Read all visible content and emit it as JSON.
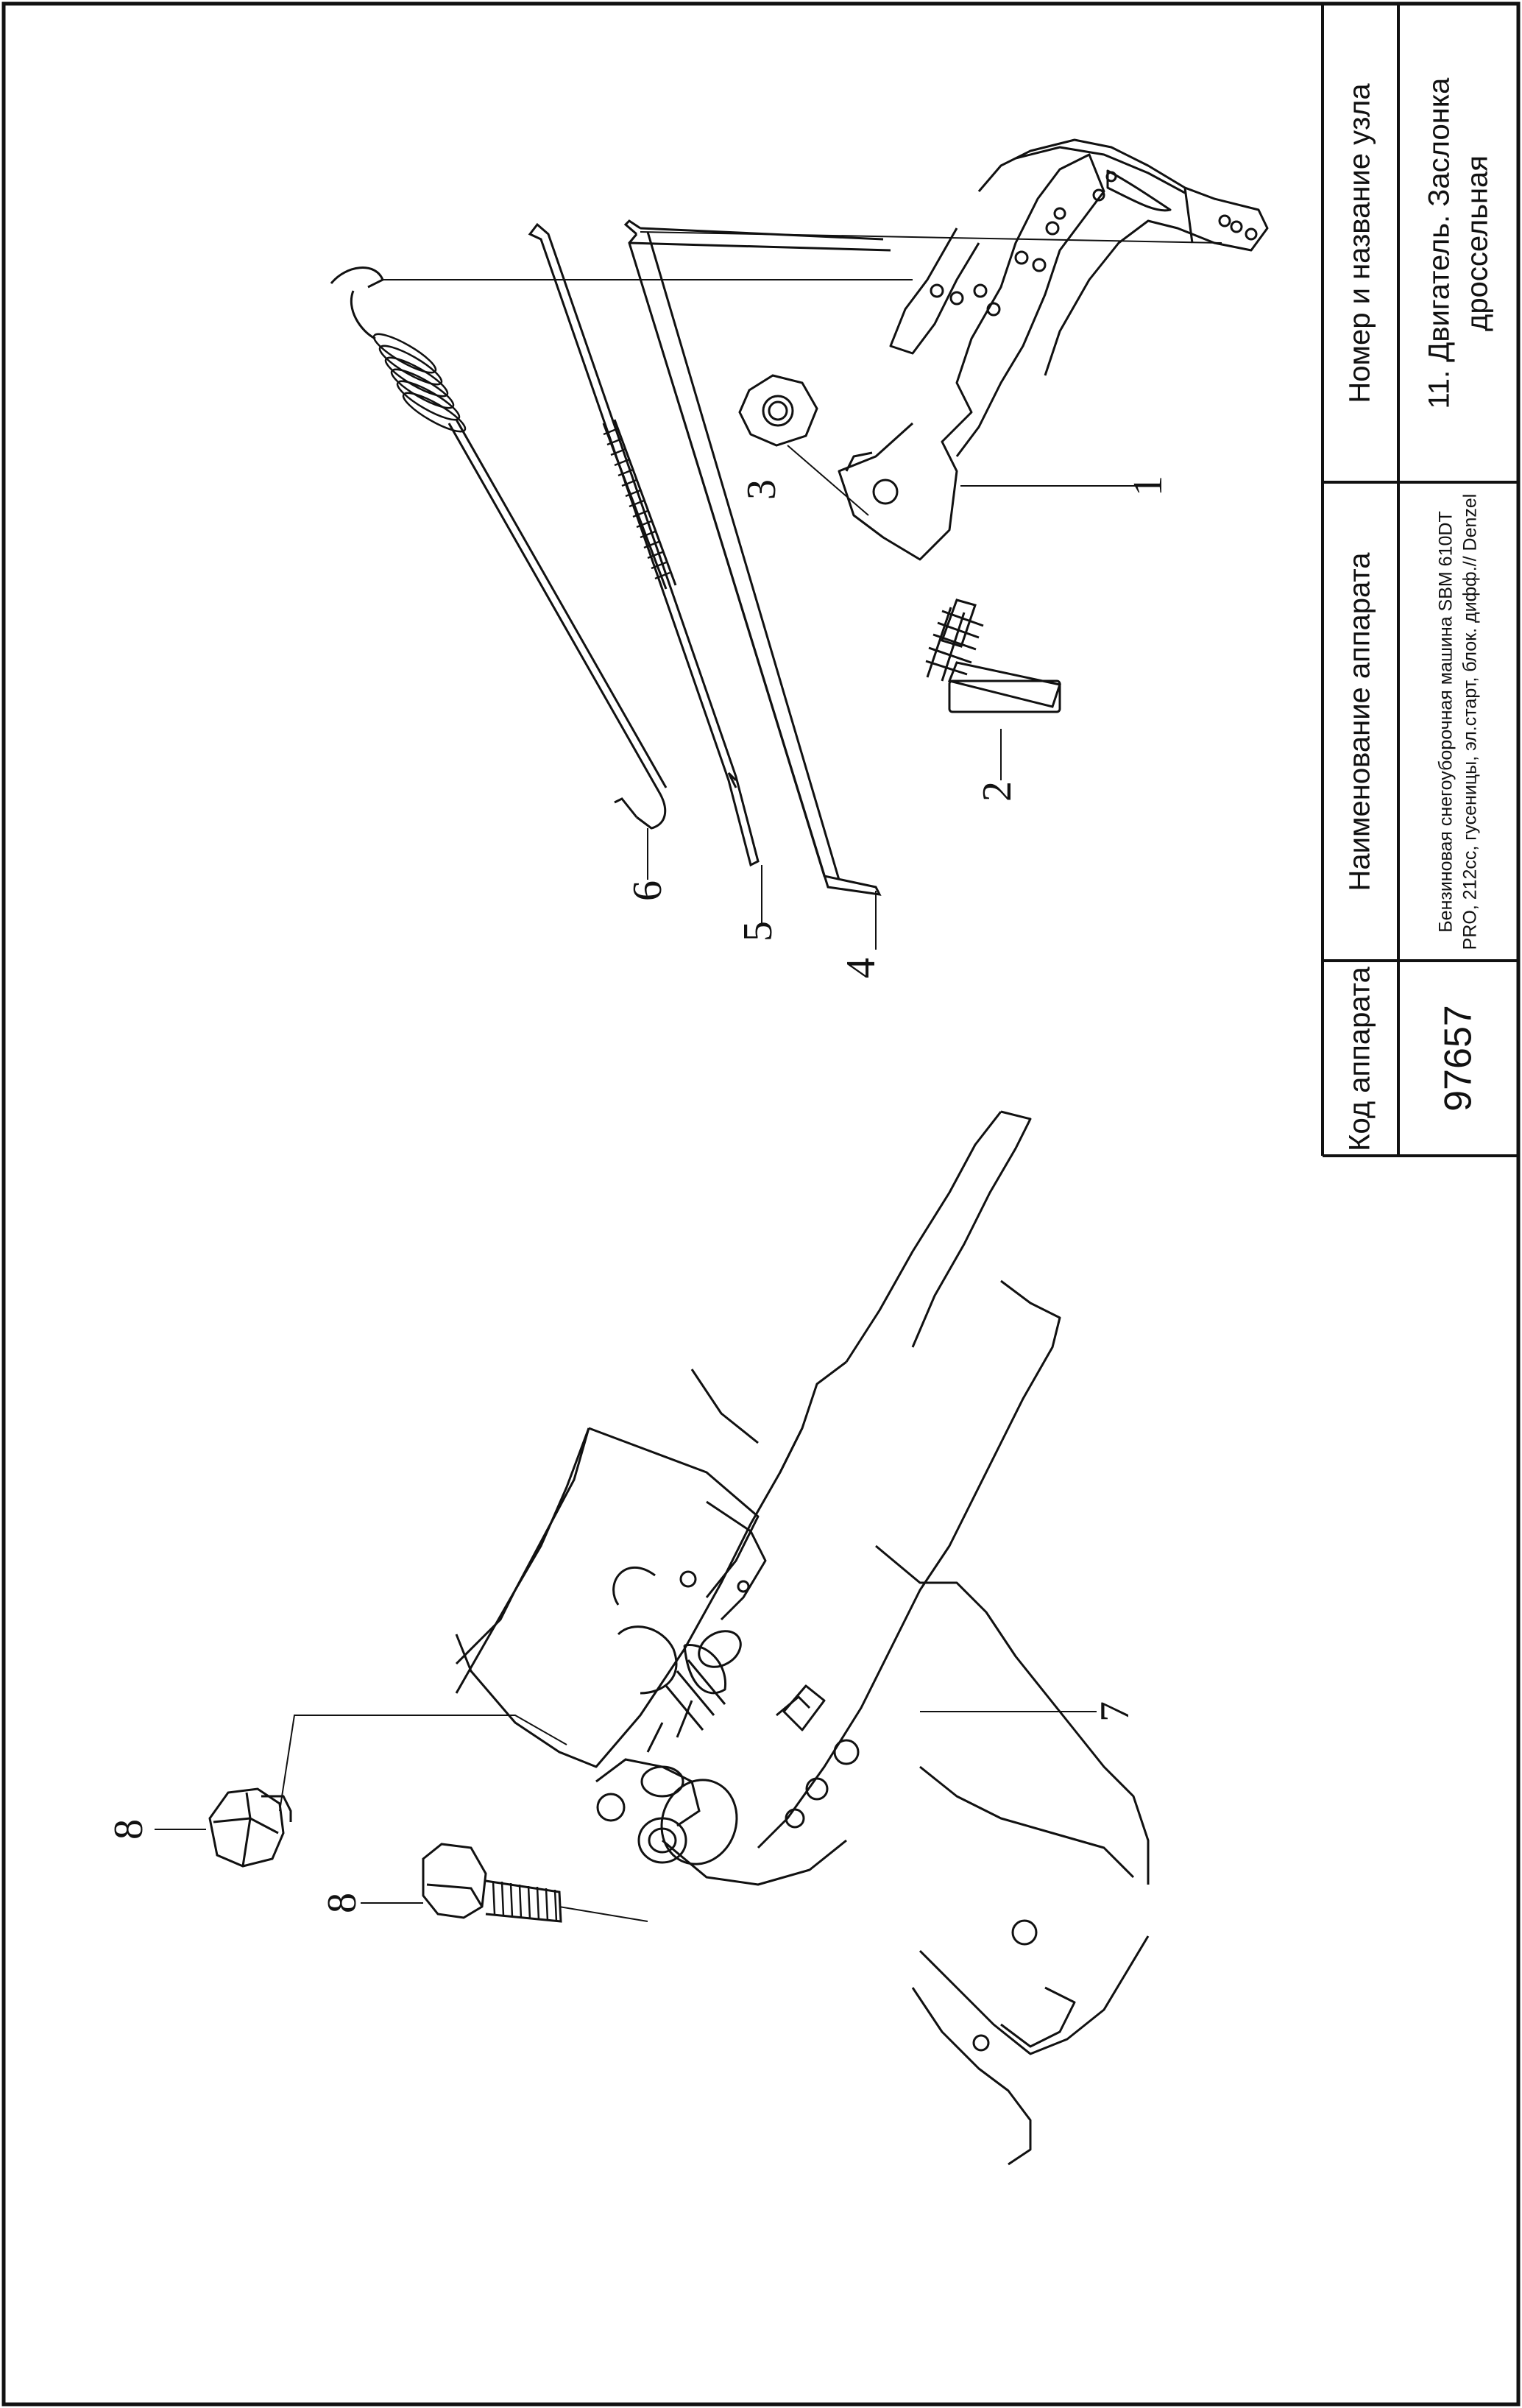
{
  "title_block": {
    "code_header": "Код аппарата",
    "code_value": "97657",
    "name_header": "Наименование аппарата",
    "name_value": "Бензиновая снегоуборочная машина SBM 610DT PRO, 212cc, гусеницы, эл.старт, блок. дифф.// Denzel",
    "node_header": "Номер и название узла",
    "node_value": "11. Двигатель. Заслонка дроссельная"
  },
  "part_labels": [
    {
      "id": "label-1",
      "text": "1"
    },
    {
      "id": "label-2",
      "text": "2"
    },
    {
      "id": "label-3",
      "text": "3"
    },
    {
      "id": "label-4",
      "text": "4"
    },
    {
      "id": "label-5",
      "text": "5"
    },
    {
      "id": "label-6",
      "text": "6"
    },
    {
      "id": "label-7",
      "text": "7"
    },
    {
      "id": "label-8a",
      "text": "8"
    },
    {
      "id": "label-8b",
      "text": "8"
    }
  ],
  "colors": {
    "line": "#111111",
    "background": "#ffffff"
  }
}
